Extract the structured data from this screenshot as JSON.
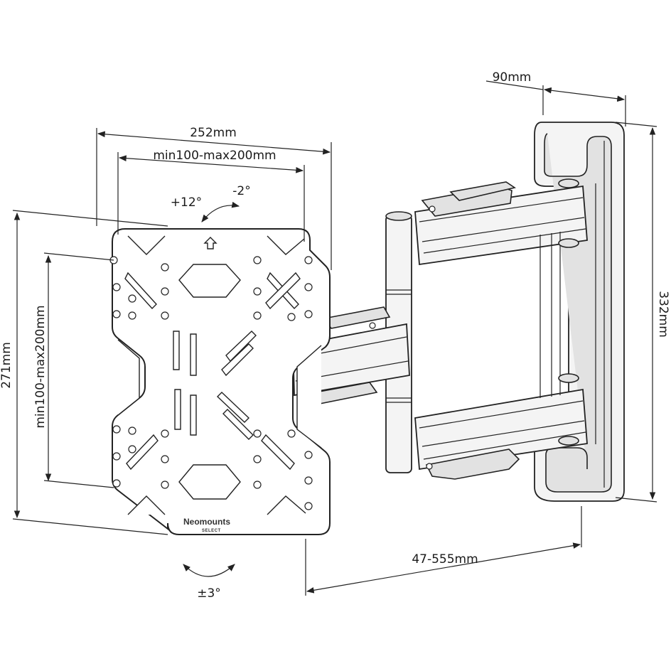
{
  "dimensions": {
    "plate_width": "252mm",
    "vesa_horizontal": "min100-max200mm",
    "plate_height": "271mm",
    "vesa_vertical": "min100-max200mm",
    "wall_plate_depth": "90mm",
    "wall_plate_height": "332mm",
    "arm_extension": "47-555mm"
  },
  "angles": {
    "tilt_up": "+12°",
    "tilt_down": "-2°",
    "rotation": "±3°"
  },
  "brand": {
    "name": "Neomounts",
    "line": "SELECT"
  }
}
